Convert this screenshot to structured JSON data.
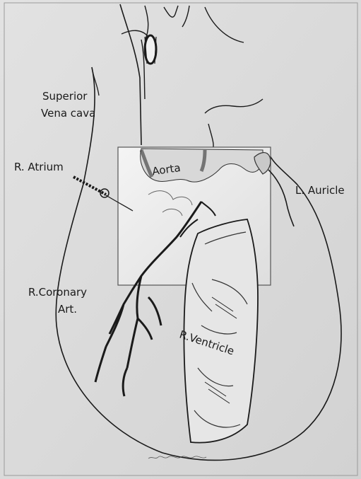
{
  "labels": {
    "superior_line1": "Superior",
    "superior_line2": "Vena cava",
    "r_atrium": "R. Atrium",
    "aorta": "Aorta",
    "l_auricle": "L. Auricle",
    "r_coronary_line1": "R.Coronary",
    "r_coronary_line2": "Art.",
    "r_ventricle": "R.Ventricle"
  },
  "colors": {
    "paper": "#dcdcdc",
    "ink": "#1a1a1a",
    "window": "#ececec"
  }
}
